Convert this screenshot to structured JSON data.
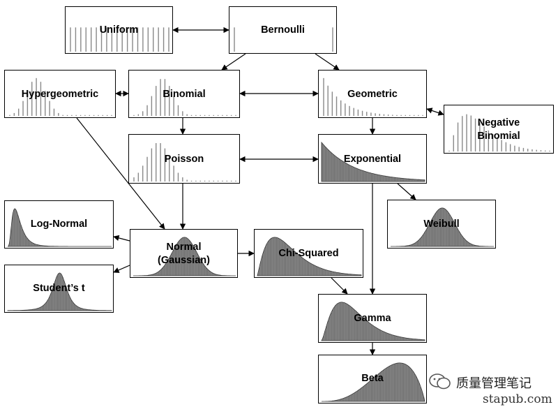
{
  "nodes": {
    "uniform": "Uniform",
    "bernoulli": "Bernoulli",
    "hypergeometric": "Hypergeometric",
    "binomial": "Binomial",
    "geometric": "Geometric",
    "negative_binomial": "Negative\nBinomial",
    "poisson": "Poisson",
    "exponential": "Exponential",
    "log_normal": "Log-Normal",
    "normal": "Normal\n(Gaussian)",
    "chi_squared": "Chi-Squared",
    "weibull": "Weibull",
    "students_t": "Student’s t",
    "gamma": "Gamma",
    "beta": "Beta"
  },
  "watermark": {
    "account": "质量管理笔记",
    "site": "stapub.com"
  }
}
